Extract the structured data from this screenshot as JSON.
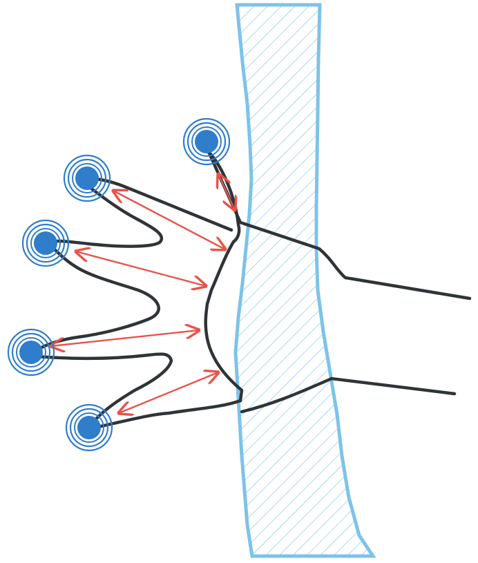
{
  "colors": {
    "background": "#ffffff",
    "band_outline": "#7cc3ea",
    "band_hatch": "#7cc3ea",
    "hand_outline": "#2f3437",
    "arrow": "#e8534a",
    "touch_point_fill": "#2f7dcb",
    "touch_point_rings": "#2f7dcb"
  },
  "icons": {
    "touch_point": "touch-point-icon",
    "band": "hatched-band",
    "hand": "hand-outline",
    "arrow": "double-headed-arrow"
  },
  "touch_points": [
    {
      "name": "touch-point-thumb"
    },
    {
      "name": "touch-point-index"
    },
    {
      "name": "touch-point-middle"
    },
    {
      "name": "touch-point-ring"
    },
    {
      "name": "touch-point-little"
    }
  ],
  "arrows": [
    {
      "name": "arrow-thumb-span"
    },
    {
      "name": "arrow-index-span"
    },
    {
      "name": "arrow-middle-span"
    },
    {
      "name": "arrow-ring-span"
    },
    {
      "name": "arrow-little-span"
    }
  ]
}
